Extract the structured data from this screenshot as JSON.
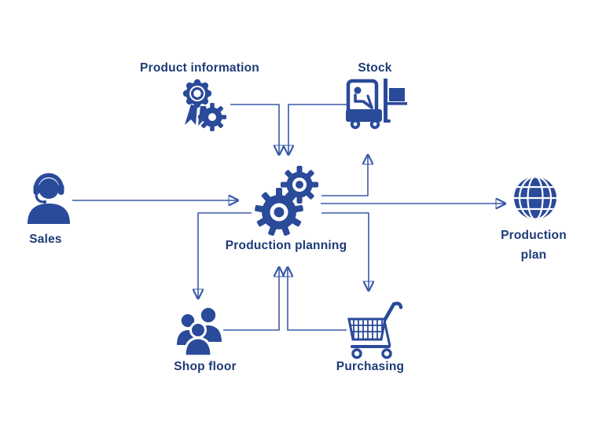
{
  "diagram": {
    "background_color": "#ffffff",
    "icon_color": "#2a4a9a",
    "line_color": "#3a5aa8",
    "text_color": "#1d3b76",
    "nodes": {
      "product_information": {
        "label": "Product information",
        "icon": "award-gear-icon"
      },
      "stock": {
        "label": "Stock",
        "icon": "forklift-icon"
      },
      "sales": {
        "label": "Sales",
        "icon": "headset-person-icon"
      },
      "production_planning": {
        "label": "Production planning",
        "icon": "gears-icon"
      },
      "production_plan": {
        "label": "Production plan",
        "icon": "globe-icon"
      },
      "shop_floor": {
        "label": "Shop floor",
        "icon": "team-icon"
      },
      "purchasing": {
        "label": "Purchasing",
        "icon": "shopping-cart-icon"
      }
    },
    "connections": [
      {
        "from": "sales",
        "to": "production_planning"
      },
      {
        "from": "product_information",
        "to": "production_planning"
      },
      {
        "from": "stock",
        "to": "production_planning"
      },
      {
        "from": "production_planning",
        "to": "stock"
      },
      {
        "from": "production_planning",
        "to": "production_plan"
      },
      {
        "from": "production_planning",
        "to": "purchasing"
      },
      {
        "from": "purchasing",
        "to": "production_planning"
      },
      {
        "from": "production_planning",
        "to": "shop_floor"
      },
      {
        "from": "shop_floor",
        "to": "production_planning"
      }
    ]
  }
}
